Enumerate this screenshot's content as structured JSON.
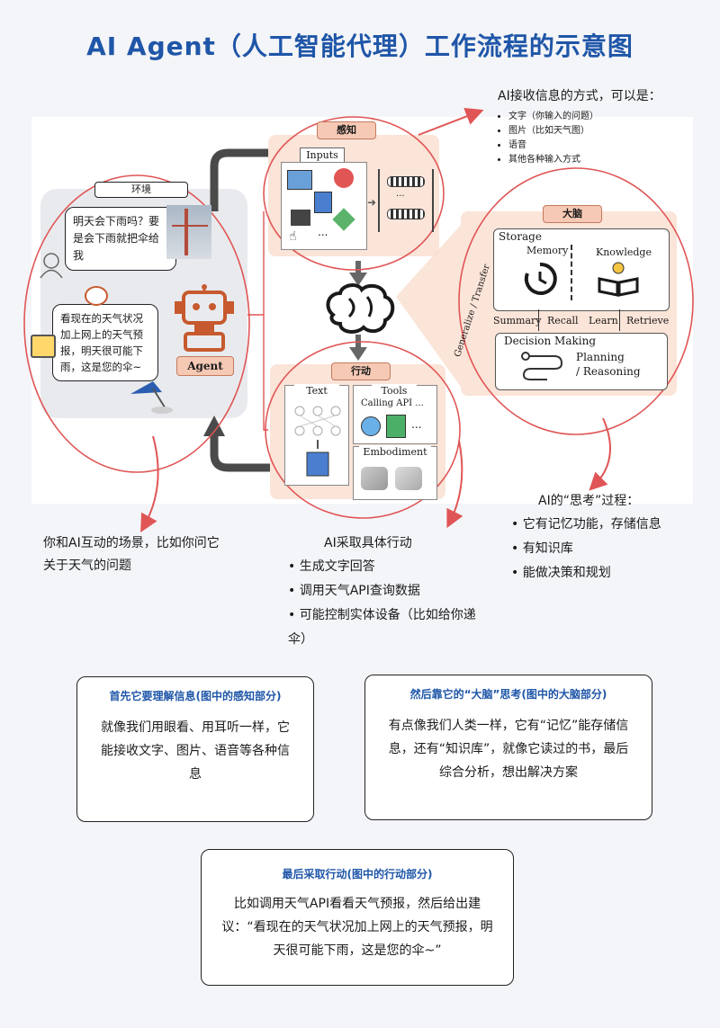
{
  "title": "AI Agent（人工智能代理）工作流程的示意图",
  "input_note": {
    "title": "AI接收信息的方式，可以是：",
    "items": [
      "文字（你输入的问题）",
      "图片（比如天气图）",
      "语音",
      "其他各种输入方式"
    ]
  },
  "environment": {
    "label": "环境",
    "user_question": "明天会下雨吗？要是会下雨就把伞给我",
    "agent_reply": "看现在的天气状况加上网上的天气预报，明天很可能下雨，这是您的伞~",
    "agent_label": "Agent"
  },
  "perception": {
    "tag": "感知",
    "inputs_label": "Inputs",
    "dots": "..."
  },
  "brain": {
    "tag": "大脑",
    "storage_label": "Storage",
    "memory_label": "Memory",
    "knowledge_label": "Knowledge",
    "summary_label": "Summary",
    "recall_label": "Recall",
    "learn_label": "Learn",
    "retrieve_label": "Retrieve",
    "side_label": "Generalize / Transfer",
    "decision_label": "Decision Making",
    "planning_label": "Planning",
    "reasoning_label": "/ Reasoning"
  },
  "action": {
    "tag": "行动",
    "text_label": "Text",
    "tools_label": "Tools",
    "calling_api_label": "Calling API ...",
    "embodiment_label": "Embodiment",
    "dots": "..."
  },
  "captions": {
    "env_caption": "你和AI互动的场景，比如你问它关于天气的问题",
    "action_title": "AI采取具体行动",
    "action_items": [
      "生成文字回答",
      "调用天气API查询数据",
      "可能控制实体设备（比如给你递伞）"
    ],
    "brain_title": "AI的“思考”过程：",
    "brain_items": [
      "它有记忆功能，存储信息",
      "有知识库",
      "能做决策和规划"
    ]
  },
  "cards": [
    {
      "title": "首先它要理解信息(图中的感知部分)",
      "body": "就像我们用眼看、用耳听一样，它能接收文字、图片、语音等各种信息"
    },
    {
      "title": "然后靠它的“大脑”思考(图中的大脑部分)",
      "body": "有点像我们人类一样，它有“记忆”能存储信息，还有“知识库”，就像它读过的书，最后综合分析，想出解决方案"
    },
    {
      "title": "最后采取行动(图中的行动部分)",
      "body": "比如调用天气API看看天气预报，然后给出建议：“看现在的天气状况加上网上的天气预报，明天很可能下雨，这是您的伞~”"
    }
  ],
  "colors": {
    "title_blue": "#1f56a8",
    "circle_red": "#e05555",
    "tag_peach": "#f6c9b5",
    "accent_orange": "#c65a2e"
  }
}
